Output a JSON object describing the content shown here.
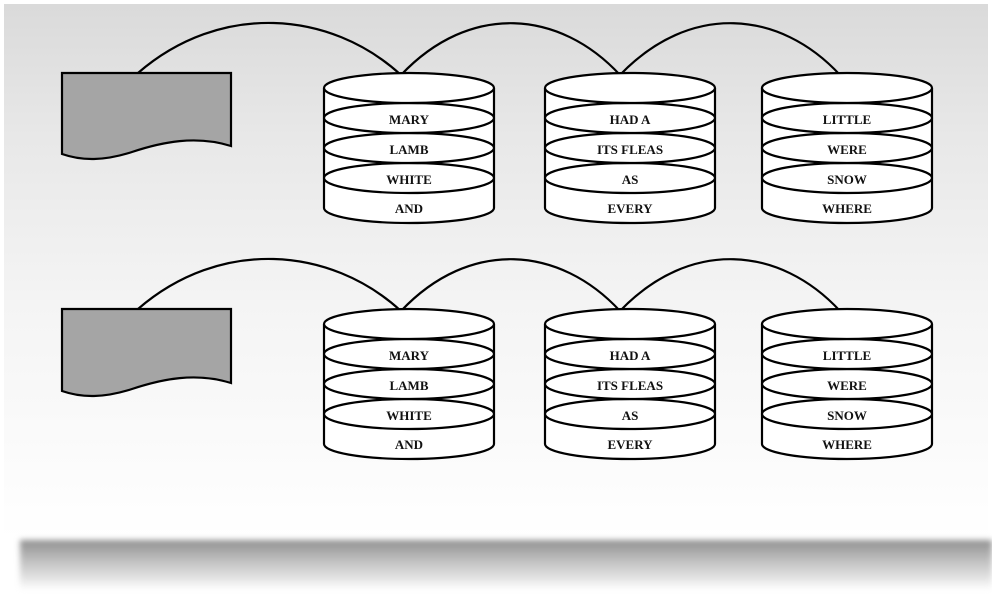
{
  "rows": [
    {
      "disks": [
        {
          "labels": [
            "MARY",
            "LAMB",
            "WHITE",
            "AND"
          ]
        },
        {
          "labels": [
            "HAD A",
            "ITS FLEAS",
            "AS",
            "EVERY"
          ]
        },
        {
          "labels": [
            "LITTLE",
            "WERE",
            "SNOW",
            "WHERE"
          ]
        }
      ]
    },
    {
      "disks": [
        {
          "labels": [
            "MARY",
            "LAMB",
            "WHITE",
            "AND"
          ]
        },
        {
          "labels": [
            "HAD A",
            "ITS FLEAS",
            "AS",
            "EVERY"
          ]
        },
        {
          "labels": [
            "LITTLE",
            "WERE",
            "SNOW",
            "WHERE"
          ]
        }
      ]
    }
  ],
  "colors": {
    "document_fill": "#a5a5a5",
    "stroke": "#000000",
    "disk_fill": "#ffffff"
  }
}
